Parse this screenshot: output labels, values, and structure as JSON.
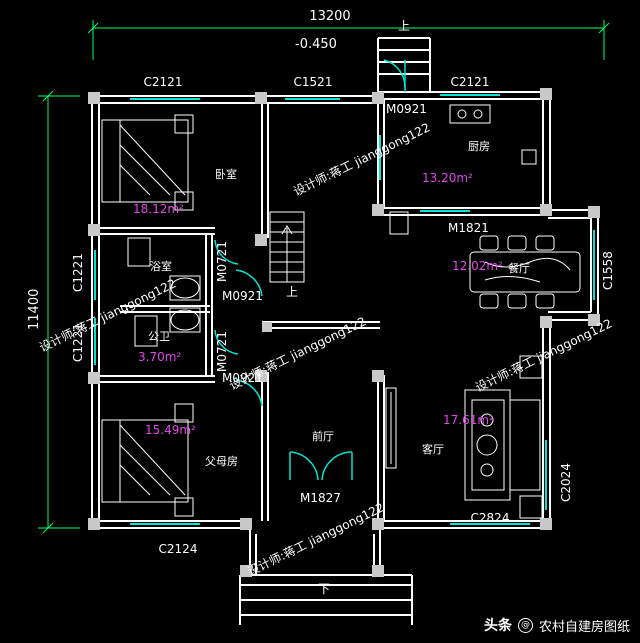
{
  "dimensions": {
    "overall_width": "13200",
    "overall_height": "11400",
    "elevation": "-0.450",
    "stair_up_top": "上",
    "stair_up": "上",
    "entry_down": "下"
  },
  "windows": {
    "w_top_left": "C2121",
    "w_top_mid": "C1521",
    "w_top_right": "C2121",
    "w_left_upper": "C1221",
    "w_left_lower": "C1221",
    "w_bottom_left": "C2124",
    "w_bottom_right": "C2824",
    "w_right_upper": "C1558",
    "w_right_lower": "C2024"
  },
  "doors": {
    "d_kitchen_top": "M0921",
    "d_kitchen_dining": "M1821",
    "d_bath1": "M0721",
    "d_bedroom1": "M0921",
    "d_bath2": "M0721",
    "d_bedroom2": "M0921",
    "d_front": "M1827"
  },
  "rooms": {
    "bedroom": {
      "name": "卧室",
      "area": "18.12m²"
    },
    "kitchen": {
      "name": "厨房",
      "area": "13.20m²"
    },
    "dining": {
      "name": "餐厅",
      "area": "12.02m²"
    },
    "shower": {
      "name": "浴室"
    },
    "public_wc": {
      "name": "公卫",
      "area": "3.70m²"
    },
    "living": {
      "name": "客厅",
      "area": "17.61m²"
    },
    "foyer": {
      "name": "前厅"
    },
    "parents": {
      "name": "父母房",
      "area": "15.49m²"
    }
  },
  "watermarks": {
    "wm1": "设计师:蒋工 jianggong122",
    "wm2": "设计师:蒋工 jianggong122",
    "wm3": "设计师:蒋工 jianggong122",
    "wm4": "设计师:蒋工 jianggong122",
    "wm5": "设计师:蒋工 jianggong122"
  },
  "footer": {
    "brand": "头条",
    "account": "农村自建房图纸"
  },
  "colors": {
    "background": "#000000",
    "wall": "#ffffff",
    "window": "#00e5d4",
    "dimension_line": "#00ff66",
    "area_text": "#e048e8"
  }
}
